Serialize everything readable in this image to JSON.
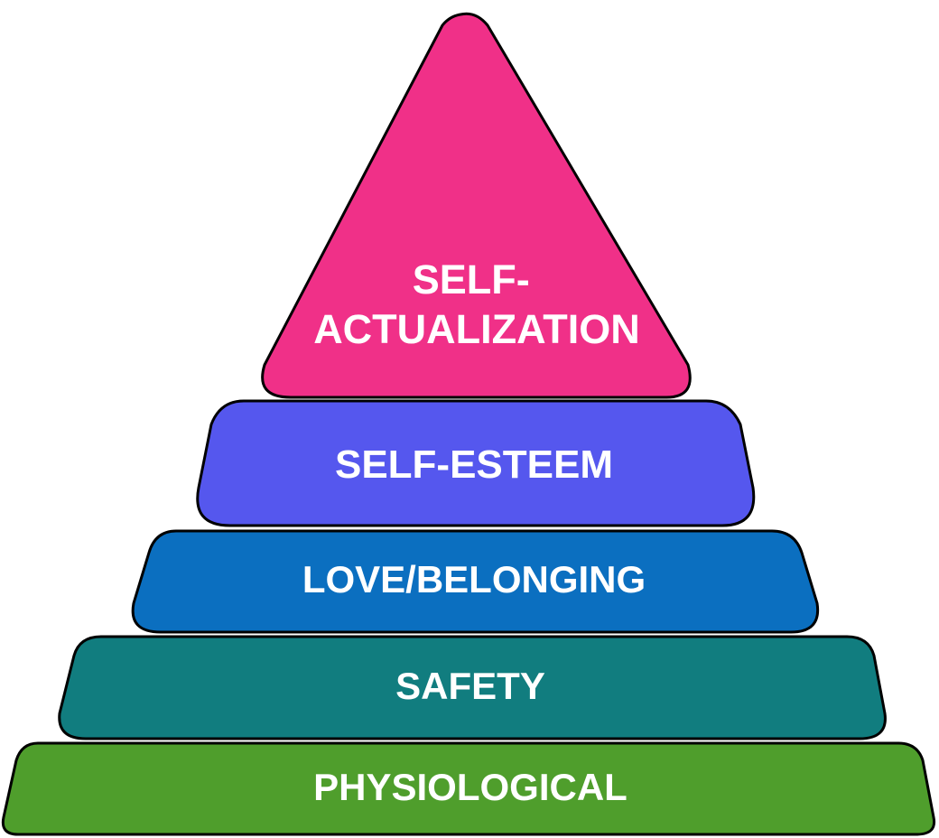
{
  "pyramid": {
    "tiers": [
      {
        "id": "self-actualization",
        "lines": [
          "SELF-",
          "ACTUALIZATION"
        ],
        "color": "#f03088"
      },
      {
        "id": "self-esteem",
        "lines": [
          "SELF-ESTEEM"
        ],
        "color": "#5557ee"
      },
      {
        "id": "love-belonging",
        "lines": [
          "LOVE/BELONGING"
        ],
        "color": "#0b6fc0"
      },
      {
        "id": "safety",
        "lines": [
          "SAFETY"
        ],
        "color": "#117d7f"
      },
      {
        "id": "physiological",
        "lines": [
          "PHYSIOLOGICAL"
        ],
        "color": "#4f9e2c"
      }
    ]
  }
}
